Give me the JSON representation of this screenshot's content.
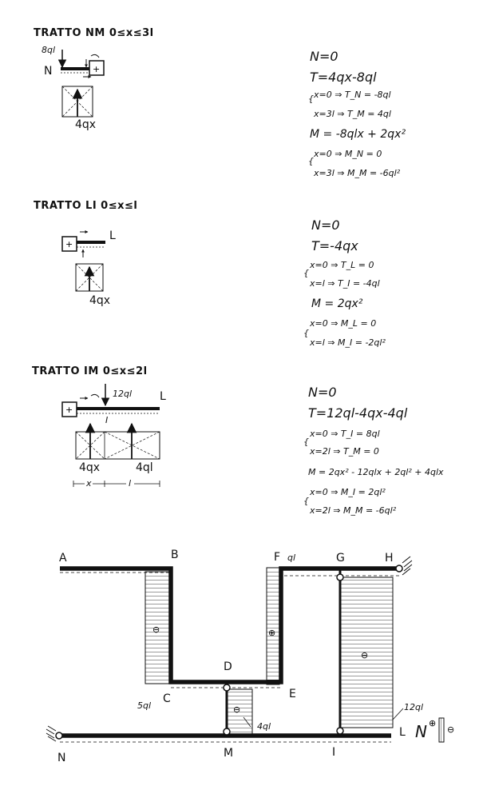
{
  "sections": [
    {
      "title": "TRATTO NM 0≤x≤3l",
      "load_label": "8ql",
      "end_label": "N",
      "dist_label": "4qx",
      "equations": [
        "N=0",
        "T=4qx-8ql"
      ],
      "cases_T": [
        "x=0 ⇒ T_N = -8ql",
        "x=3l ⇒ T_M = 4ql"
      ],
      "moment": "M = -8qlx + 2qx²",
      "cases_M": [
        "x=0 ⇒ M_N = 0",
        "x=3l ⇒ M_M = -6ql²"
      ]
    },
    {
      "title": "TRATTO LI 0≤x≤l",
      "end_label": "L",
      "dist_label": "4qx",
      "equations": [
        "N=0",
        "T=-4qx"
      ],
      "cases_T": [
        "x=0 ⇒ T_L = 0",
        "x=l ⇒ T_I = -4ql"
      ],
      "moment": "M = 2qx²",
      "cases_M": [
        "x=0 ⇒ M_L = 0",
        "x=l ⇒ M_I = -2ql²"
      ]
    },
    {
      "title": "TRATTO IM 0≤x≤2l",
      "load_label": "12ql",
      "end_label": "L",
      "point_label": "I",
      "dist_labels": [
        "4qx",
        "4ql"
      ],
      "dim_labels": [
        "x",
        "l"
      ],
      "equations": [
        "N=0",
        "T=12ql-4qx-4ql"
      ],
      "cases_T": [
        "x=0 ⇒ T_I = 8ql",
        "x=2l ⇒ T_M = 0"
      ],
      "moment": "M = 2qx² - 12qlx + 2ql² + 4qlx",
      "cases_M": [
        "x=0 ⇒ M_I = 2ql²",
        "x=2l ⇒ M_M = -6ql²"
      ]
    }
  ],
  "frame": {
    "points": [
      "A",
      "B",
      "C",
      "D",
      "E",
      "F",
      "G",
      "H",
      "I",
      "L",
      "M",
      "N"
    ],
    "load_labels": [
      "ql",
      "5ql",
      "4ql",
      "12ql"
    ],
    "signs": [
      "⊖",
      "⊕",
      "⊖",
      "⊖",
      "⊕",
      "⊖"
    ],
    "legend": "N"
  }
}
